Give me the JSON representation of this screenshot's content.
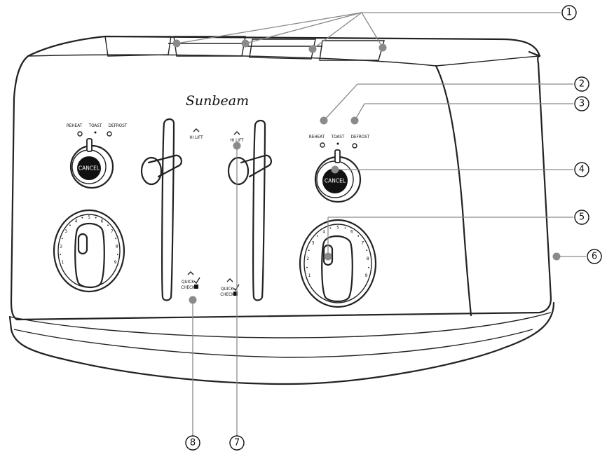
{
  "brand": "Sunbeam",
  "panel_labels": {
    "reheat": "REHEAT",
    "toast": "TOAST",
    "defrost": "DEFROST",
    "cancel": "CANCEL",
    "hi_lift": "HI LIFT",
    "quick": "QUICK",
    "check": "CHECK"
  },
  "dial_marks": [
    "1",
    "2",
    "3",
    "4",
    "5",
    "6",
    "7",
    "8",
    "9"
  ],
  "callouts": [
    "1",
    "2",
    "3",
    "4",
    "5",
    "6",
    "7",
    "8"
  ],
  "colors": {
    "line": "#222222",
    "leader": "#8a8a8a",
    "knob": "#111111"
  }
}
